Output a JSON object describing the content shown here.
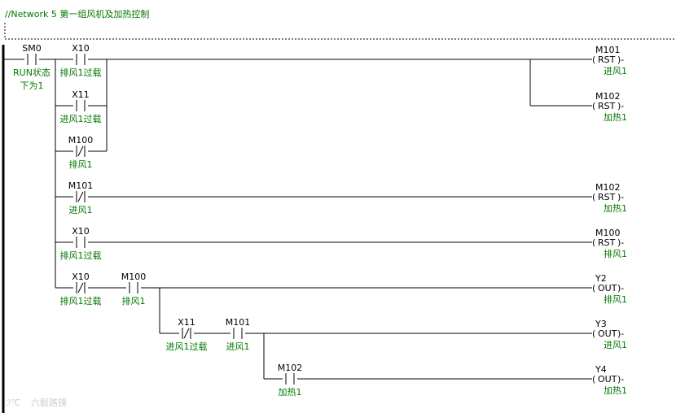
{
  "network": {
    "title": "//Network 5  第一组风机及加热控制"
  },
  "contacts": [
    {
      "id": "c-sm0",
      "name": "contact-sm0",
      "type": "NO",
      "operand": "SM0",
      "comment": "RUN状态",
      "comment2": "下为1"
    },
    {
      "id": "c-x10a",
      "name": "contact-x10",
      "type": "NO",
      "operand": "X10",
      "comment": "排风1过载"
    },
    {
      "id": "c-x11a",
      "name": "contact-x11",
      "type": "NO",
      "operand": "X11",
      "comment": "进风1过载"
    },
    {
      "id": "c-m100a",
      "name": "contact-m100-nc",
      "type": "NC",
      "operand": "M100",
      "comment": "排风1"
    },
    {
      "id": "c-m101a",
      "name": "contact-m101-nc",
      "type": "NC",
      "operand": "M101",
      "comment": "进风1"
    },
    {
      "id": "c-x10b",
      "name": "contact-x10-2",
      "type": "NO",
      "operand": "X10",
      "comment": "排风1过载"
    },
    {
      "id": "c-x10c",
      "name": "contact-x10-nc",
      "type": "NC",
      "operand": "X10",
      "comment": "排风1过载"
    },
    {
      "id": "c-m100b",
      "name": "contact-m100",
      "type": "NO",
      "operand": "M100",
      "comment": "排风1"
    },
    {
      "id": "c-x11b",
      "name": "contact-x11-nc",
      "type": "NC",
      "operand": "X11",
      "comment": "进风1过载"
    },
    {
      "id": "c-m101b",
      "name": "contact-m101",
      "type": "NO",
      "operand": "M101",
      "comment": "进风1"
    },
    {
      "id": "c-m102",
      "name": "contact-m102",
      "type": "NO",
      "operand": "M102",
      "comment": "加热1"
    }
  ],
  "coils": [
    {
      "id": "o-1",
      "name": "coil-rst-m101",
      "operand": "M101",
      "instruction": "RST",
      "comment": "进风1"
    },
    {
      "id": "o-2",
      "name": "coil-rst-m102",
      "operand": "M102",
      "instruction": "RST",
      "comment": "加热1"
    },
    {
      "id": "o-3",
      "name": "coil-rst-m102-2",
      "operand": "M102",
      "instruction": "RST",
      "comment": "加热1"
    },
    {
      "id": "o-4",
      "name": "coil-rst-m100",
      "operand": "M100",
      "instruction": "RST",
      "comment": "排风1"
    },
    {
      "id": "o-5",
      "name": "coil-out-y2",
      "operand": "Y2",
      "instruction": "OUT",
      "comment": "排风1"
    },
    {
      "id": "o-6",
      "name": "coil-out-y3",
      "operand": "Y3",
      "instruction": "OUT",
      "comment": "进风1"
    },
    {
      "id": "o-7",
      "name": "coil-out-y4",
      "operand": "Y4",
      "instruction": "OUT",
      "comment": "加热1"
    }
  ],
  "watermark": {
    "logo_glyph": "ℐ℃",
    "text": "六毂路镜"
  }
}
